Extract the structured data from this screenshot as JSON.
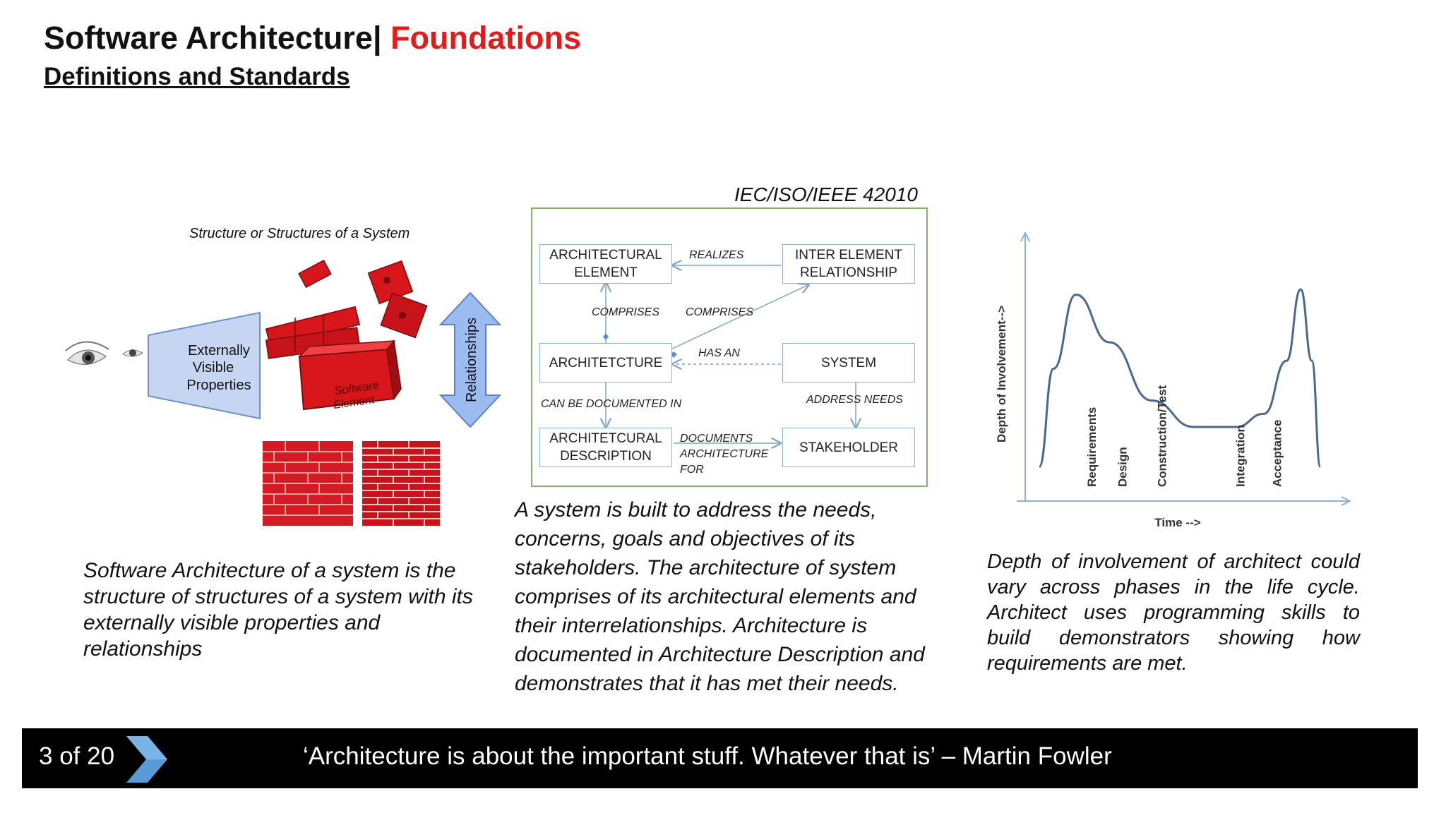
{
  "header": {
    "title_main": "Software Architecture|",
    "title_accent": "Foundations",
    "subtitle": "Definitions and Standards"
  },
  "colors": {
    "accent": "#e31b1b",
    "brick": "#d7161b",
    "arrow_blue": "#8fb1ea",
    "diagram_border": "#7fb26a",
    "box_border": "#8fb1d6",
    "footer_bg": "#000000"
  },
  "left_panel": {
    "figure_title": "Structure or Structures of a System",
    "externally_visible": [
      "Externally",
      "Visible",
      "Properties"
    ],
    "relationships": "Relationships",
    "software_element": [
      "Software",
      "Element"
    ],
    "caption": "Software Architecture of a system is the structure of structures of a system with its externally visible properties and relationships"
  },
  "middle_panel": {
    "standard": "IEC/ISO/IEEE 42010",
    "boxes": {
      "arch_element": [
        "ARCHITECTURAL",
        "ELEMENT"
      ],
      "inter_element": [
        "INTER ELEMENT",
        "RELATIONSHIP"
      ],
      "architecture": "ARCHITETCTURE",
      "system": "SYSTEM",
      "arch_description": [
        "ARCHITETCURAL",
        "DESCRIPTION"
      ],
      "stakeholder": "STAKEHOLDER"
    },
    "labels": {
      "realizes": "REALIZES",
      "comprises_left": "COMPRISES",
      "comprises_right": "COMPRISES",
      "has_an": "HAS AN",
      "can_be_documented": "CAN BE DOCUMENTED IN",
      "address_needs": "ADDRESS NEEDS",
      "documents": [
        "DOCUMENTS",
        "ARCHITECTURE",
        "FOR"
      ]
    },
    "caption": "A system is built to address the needs, concerns, goals and objectives of its stakeholders. The architecture of system comprises of its architectural elements and their interrelationships. Architecture is documented in Architecture Description and demonstrates that it has met their needs."
  },
  "right_panel": {
    "ylabel": "Depth of Involvement-->",
    "xlabel": "Time -->",
    "phases": [
      "Requirements",
      "Design",
      "Construction/Test",
      "Integration",
      "Acceptance"
    ],
    "caption": "Depth of involvement of architect could vary across phases in the life cycle. Architect uses programming skills to build demonstrators showing how requirements are met."
  },
  "chart_data": {
    "type": "line",
    "xlabel": "Time -->",
    "ylabel": "Depth of Involvement-->",
    "categories": [
      "Requirements",
      "Design",
      "Construction/Test",
      "Integration",
      "Acceptance"
    ],
    "x": [
      0,
      0.05,
      0.13,
      0.25,
      0.4,
      0.55,
      0.7,
      0.8,
      0.88,
      0.93,
      0.97,
      1.0
    ],
    "values": [
      0.05,
      0.42,
      0.7,
      0.52,
      0.3,
      0.2,
      0.2,
      0.25,
      0.45,
      0.72,
      0.45,
      0.05
    ]
  },
  "footer": {
    "page": "3 of  20",
    "quote": "‘Architecture is about the important stuff. Whatever that is’ – Martin Fowler"
  }
}
